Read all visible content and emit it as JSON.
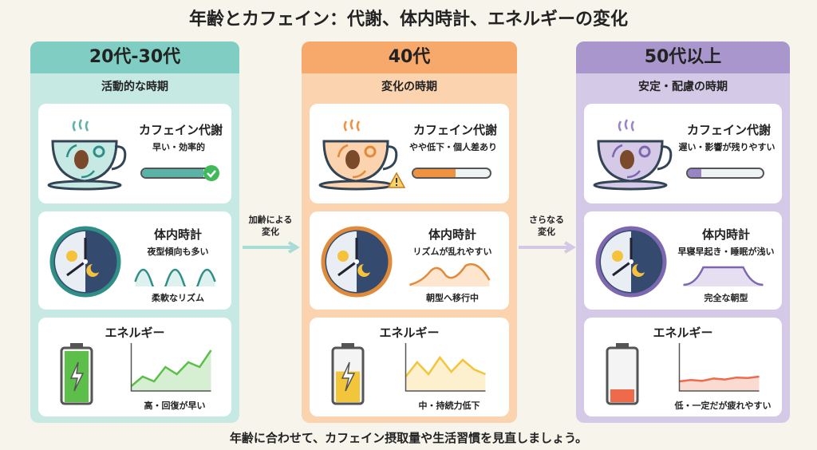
{
  "title": "年齢とカフェイン：代謝、体内時計、エネルギーの変化",
  "footer": "年齢に合わせて、カフェイン摂取量や生活習慣を見直しましょう。",
  "arrows": [
    {
      "label": "加齢による\n変化",
      "color": "#a8dcd6"
    },
    {
      "label": "さらなる\n変化",
      "color": "#d3c8e6"
    }
  ],
  "columns": [
    {
      "header": "20代-30代",
      "subtitle": "活動的な時期",
      "colors": {
        "header": "#7fcdc3",
        "bg": "#c6e9e4",
        "accent": "#5bb3a8",
        "line": "#2f8f86"
      },
      "metabolism": {
        "title": "カフェイン代謝",
        "desc": "早い・効率的",
        "progress": 0.88,
        "badge": "check"
      },
      "clock": {
        "title": "体内時計",
        "desc": "夜型傾向も多い",
        "caption": "柔軟なリズム",
        "rhythm": "wave"
      },
      "energy": {
        "title": "エネルギー",
        "caption": "高・回復が早い",
        "battery_level": 1.0,
        "battery_color": "#5cbf4a",
        "trend": [
          1,
          3,
          2,
          5,
          3.5,
          6,
          5,
          8.5
        ]
      }
    },
    {
      "header": "40代",
      "subtitle": "変化の時期",
      "colors": {
        "header": "#f6a96b",
        "bg": "#fbd3ae",
        "accent": "#ef9240",
        "line": "#e08a3a"
      },
      "metabolism": {
        "title": "カフェイン代謝",
        "desc": "やや低下・個人差あり",
        "progress": 0.55,
        "badge": "warning"
      },
      "clock": {
        "title": "体内時計",
        "desc": "リズムが乱れやすい",
        "caption": "朝型へ移行中",
        "rhythm": "irregular"
      },
      "energy": {
        "title": "エネルギー",
        "caption": "中・持続力低下",
        "battery_level": 0.6,
        "battery_color": "#f2c53a",
        "trend": [
          3,
          6,
          3.5,
          7,
          4,
          6.5,
          4.5,
          3.5
        ]
      }
    },
    {
      "header": "50代以上",
      "subtitle": "安定・配慮の時期",
      "colors": {
        "header": "#a996cc",
        "bg": "#d4c9e7",
        "accent": "#9a85c4",
        "line": "#7d68b0"
      },
      "metabolism": {
        "title": "カフェイン代謝",
        "desc": "遅い・影響が残りやすい",
        "progress": 0.18,
        "badge": "none"
      },
      "clock": {
        "title": "体内時計",
        "desc": "早寝早起き・睡眠が浅い",
        "caption": "完全な朝型",
        "rhythm": "plateau"
      },
      "energy": {
        "title": "エネルギー",
        "caption": "低・一定だが疲れやすい",
        "battery_level": 0.25,
        "battery_color": "#ee6a4a",
        "trend": [
          2,
          2.3,
          2.1,
          2.6,
          2.4,
          2.8,
          2.7,
          3
        ]
      }
    }
  ]
}
